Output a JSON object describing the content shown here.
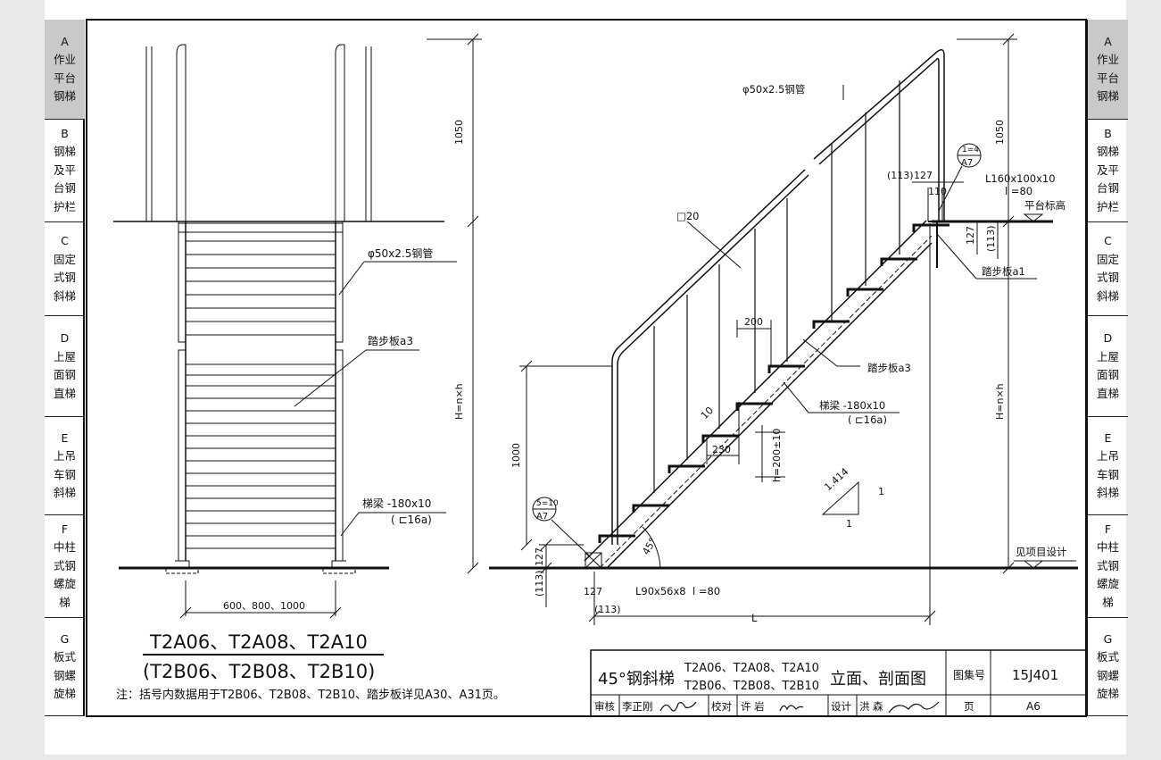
{
  "tabs": [
    {
      "text": "A\n作业\n平台\n钢梯",
      "active": true
    },
    {
      "text": "B\n钢梯\n及平\n台钢\n护栏",
      "active": false
    },
    {
      "text": "C\n固定\n式钢\n斜梯",
      "active": false
    },
    {
      "text": "D\n上屋\n面钢\n直梯",
      "active": false
    },
    {
      "text": "E\n上吊\n车钢\n斜梯",
      "active": false
    },
    {
      "text": "F\n中柱\n式钢\n螺旋\n梯",
      "active": false
    },
    {
      "text": "G\n板式\n钢螺\n旋梯",
      "active": false
    }
  ],
  "left_view": {
    "dim_1050": "1050",
    "dim_H": "H=n×h",
    "pipe": "φ50x2.5钢管",
    "tread": "踏步板a3",
    "stringer": "梯梁 -180x10",
    "stringer_alt": "( ⊏16a)",
    "width": "600、800、1000",
    "models": "T2A06、T2A08、T2A10",
    "models_alt": "(T2B06、T2B08、T2B10)",
    "note": "注：括号内数据用于T2B06、T2B08、T2B10、踏步板详见A30、A31页。"
  },
  "right_view": {
    "pipe": "φ50x2.5钢管",
    "square": "□20",
    "dim_113": "(113)",
    "dim_127": "127",
    "dim_110": "110",
    "angle_top": "L160x100x10",
    "l80_top": "l =80",
    "platform": "平台标高",
    "detail_top_a": "1=4",
    "detail_top_b": "A7",
    "tread_a1": "踏步板a1",
    "dim_200": "200",
    "tread_a3": "踏步板a3",
    "stringer": "梯梁 -180x10",
    "stringer_alt": "( ⊏16a)",
    "dim_10": "10",
    "dim_230": "230",
    "dim_h": "h=200±10",
    "dim_1000": "1000",
    "dim_1050": "1050",
    "dim_H": "H=n×h",
    "slope_1414": "1.414",
    "slope_1a": "1",
    "slope_1b": "1",
    "detail_bot_a": "5=10",
    "detail_bot_b": "A7",
    "dim_127b": "127",
    "dim_113b": "(113)",
    "angle_45": "45°",
    "angle_bot": "L90x56x8",
    "l80_bot": "l =80",
    "dim_L": "L",
    "see_design": "见项目设计"
  },
  "title_block": {
    "title_prefix": "45°钢斜梯",
    "title_models_a": "T2A06、T2A08、T2A10",
    "title_models_b": "T2B06、T2B08、T2B10",
    "title_suffix": "立面、剖面图",
    "atlas_label": "图集号",
    "atlas_no": "15J401",
    "review_label": "审核",
    "review_name": "李正刚",
    "check_label": "校对",
    "check_name": "许 岩",
    "design_label": "设计",
    "design_name": "洪 森",
    "page_label": "页",
    "page_no": "A6"
  }
}
